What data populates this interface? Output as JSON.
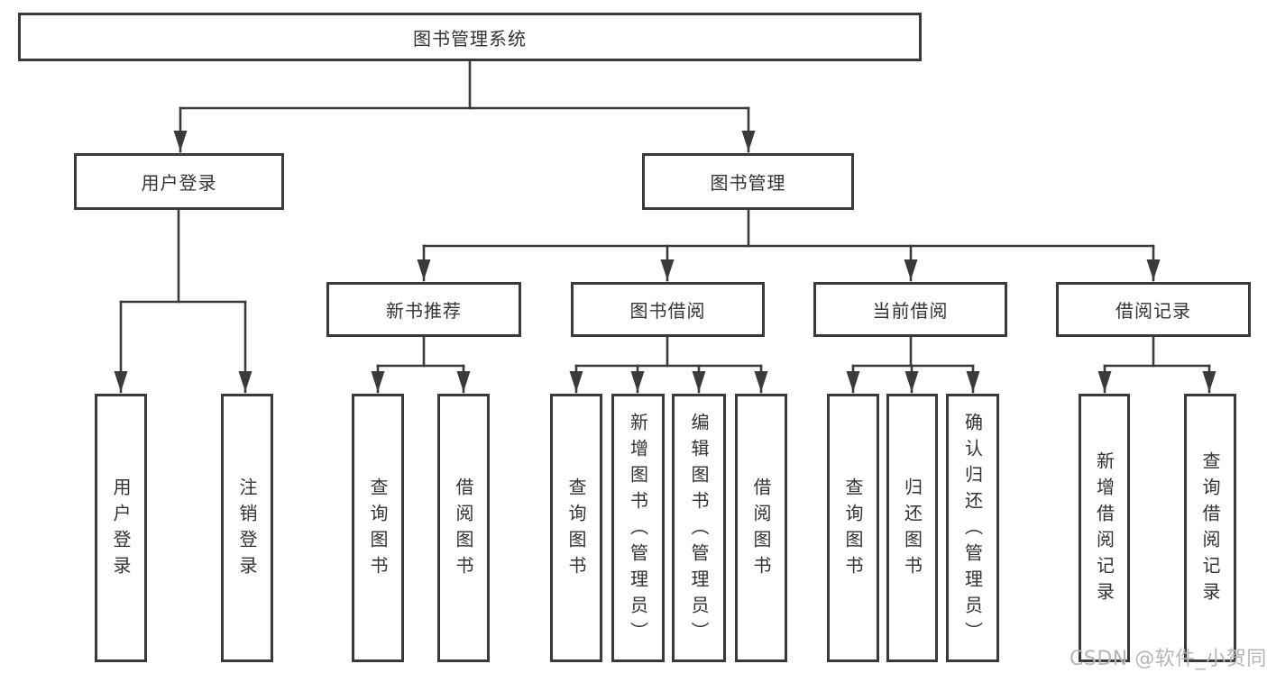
{
  "diagram_type": "hierarchy-tree",
  "colors": {
    "line": "#3a3a3a",
    "box_border": "#3a3a3a",
    "text": "#333333",
    "watermark": "#b6b6b6",
    "background": "#ffffff"
  },
  "tree": {
    "label": "图书管理系统",
    "children": [
      {
        "label": "用户登录",
        "children": [
          {
            "label": "用户登录"
          },
          {
            "label": "注销登录"
          }
        ]
      },
      {
        "label": "图书管理",
        "children": [
          {
            "label": "新书推荐",
            "children": [
              {
                "label": "查询图书"
              },
              {
                "label": "借阅图书"
              }
            ]
          },
          {
            "label": "图书借阅",
            "children": [
              {
                "label": "查询图书"
              },
              {
                "label": "新增图书（管理员）"
              },
              {
                "label": "编辑图书（管理员）"
              },
              {
                "label": "借阅图书"
              }
            ]
          },
          {
            "label": "当前借阅",
            "children": [
              {
                "label": "查询图书"
              },
              {
                "label": "归还图书"
              },
              {
                "label": "确认归还（管理员）"
              }
            ]
          },
          {
            "label": "借阅记录",
            "children": [
              {
                "label": "新增借阅记录"
              },
              {
                "label": "查询借阅记录"
              }
            ]
          }
        ]
      }
    ]
  },
  "watermark": "CSDN @软件_小贺同学"
}
